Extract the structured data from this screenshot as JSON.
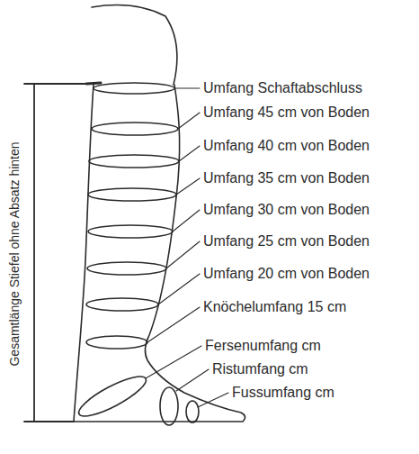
{
  "diagram": {
    "labels": [
      "Umfang Schaftabschluss",
      "Umfang 45 cm von Boden",
      "Umfang 40 cm von Boden",
      "Umfang 35 cm von Boden",
      "Umfang 30 cm von Boden",
      "Umfang 25 cm von Boden",
      "Umfang 20 cm von Boden",
      "Knöchelumfang 15 cm",
      "Fersenumfang cm",
      "Ristumfang cm",
      "Fussumfang cm",
      "Gesamtlänge Stiefel ohne Absatz hinten"
    ]
  }
}
